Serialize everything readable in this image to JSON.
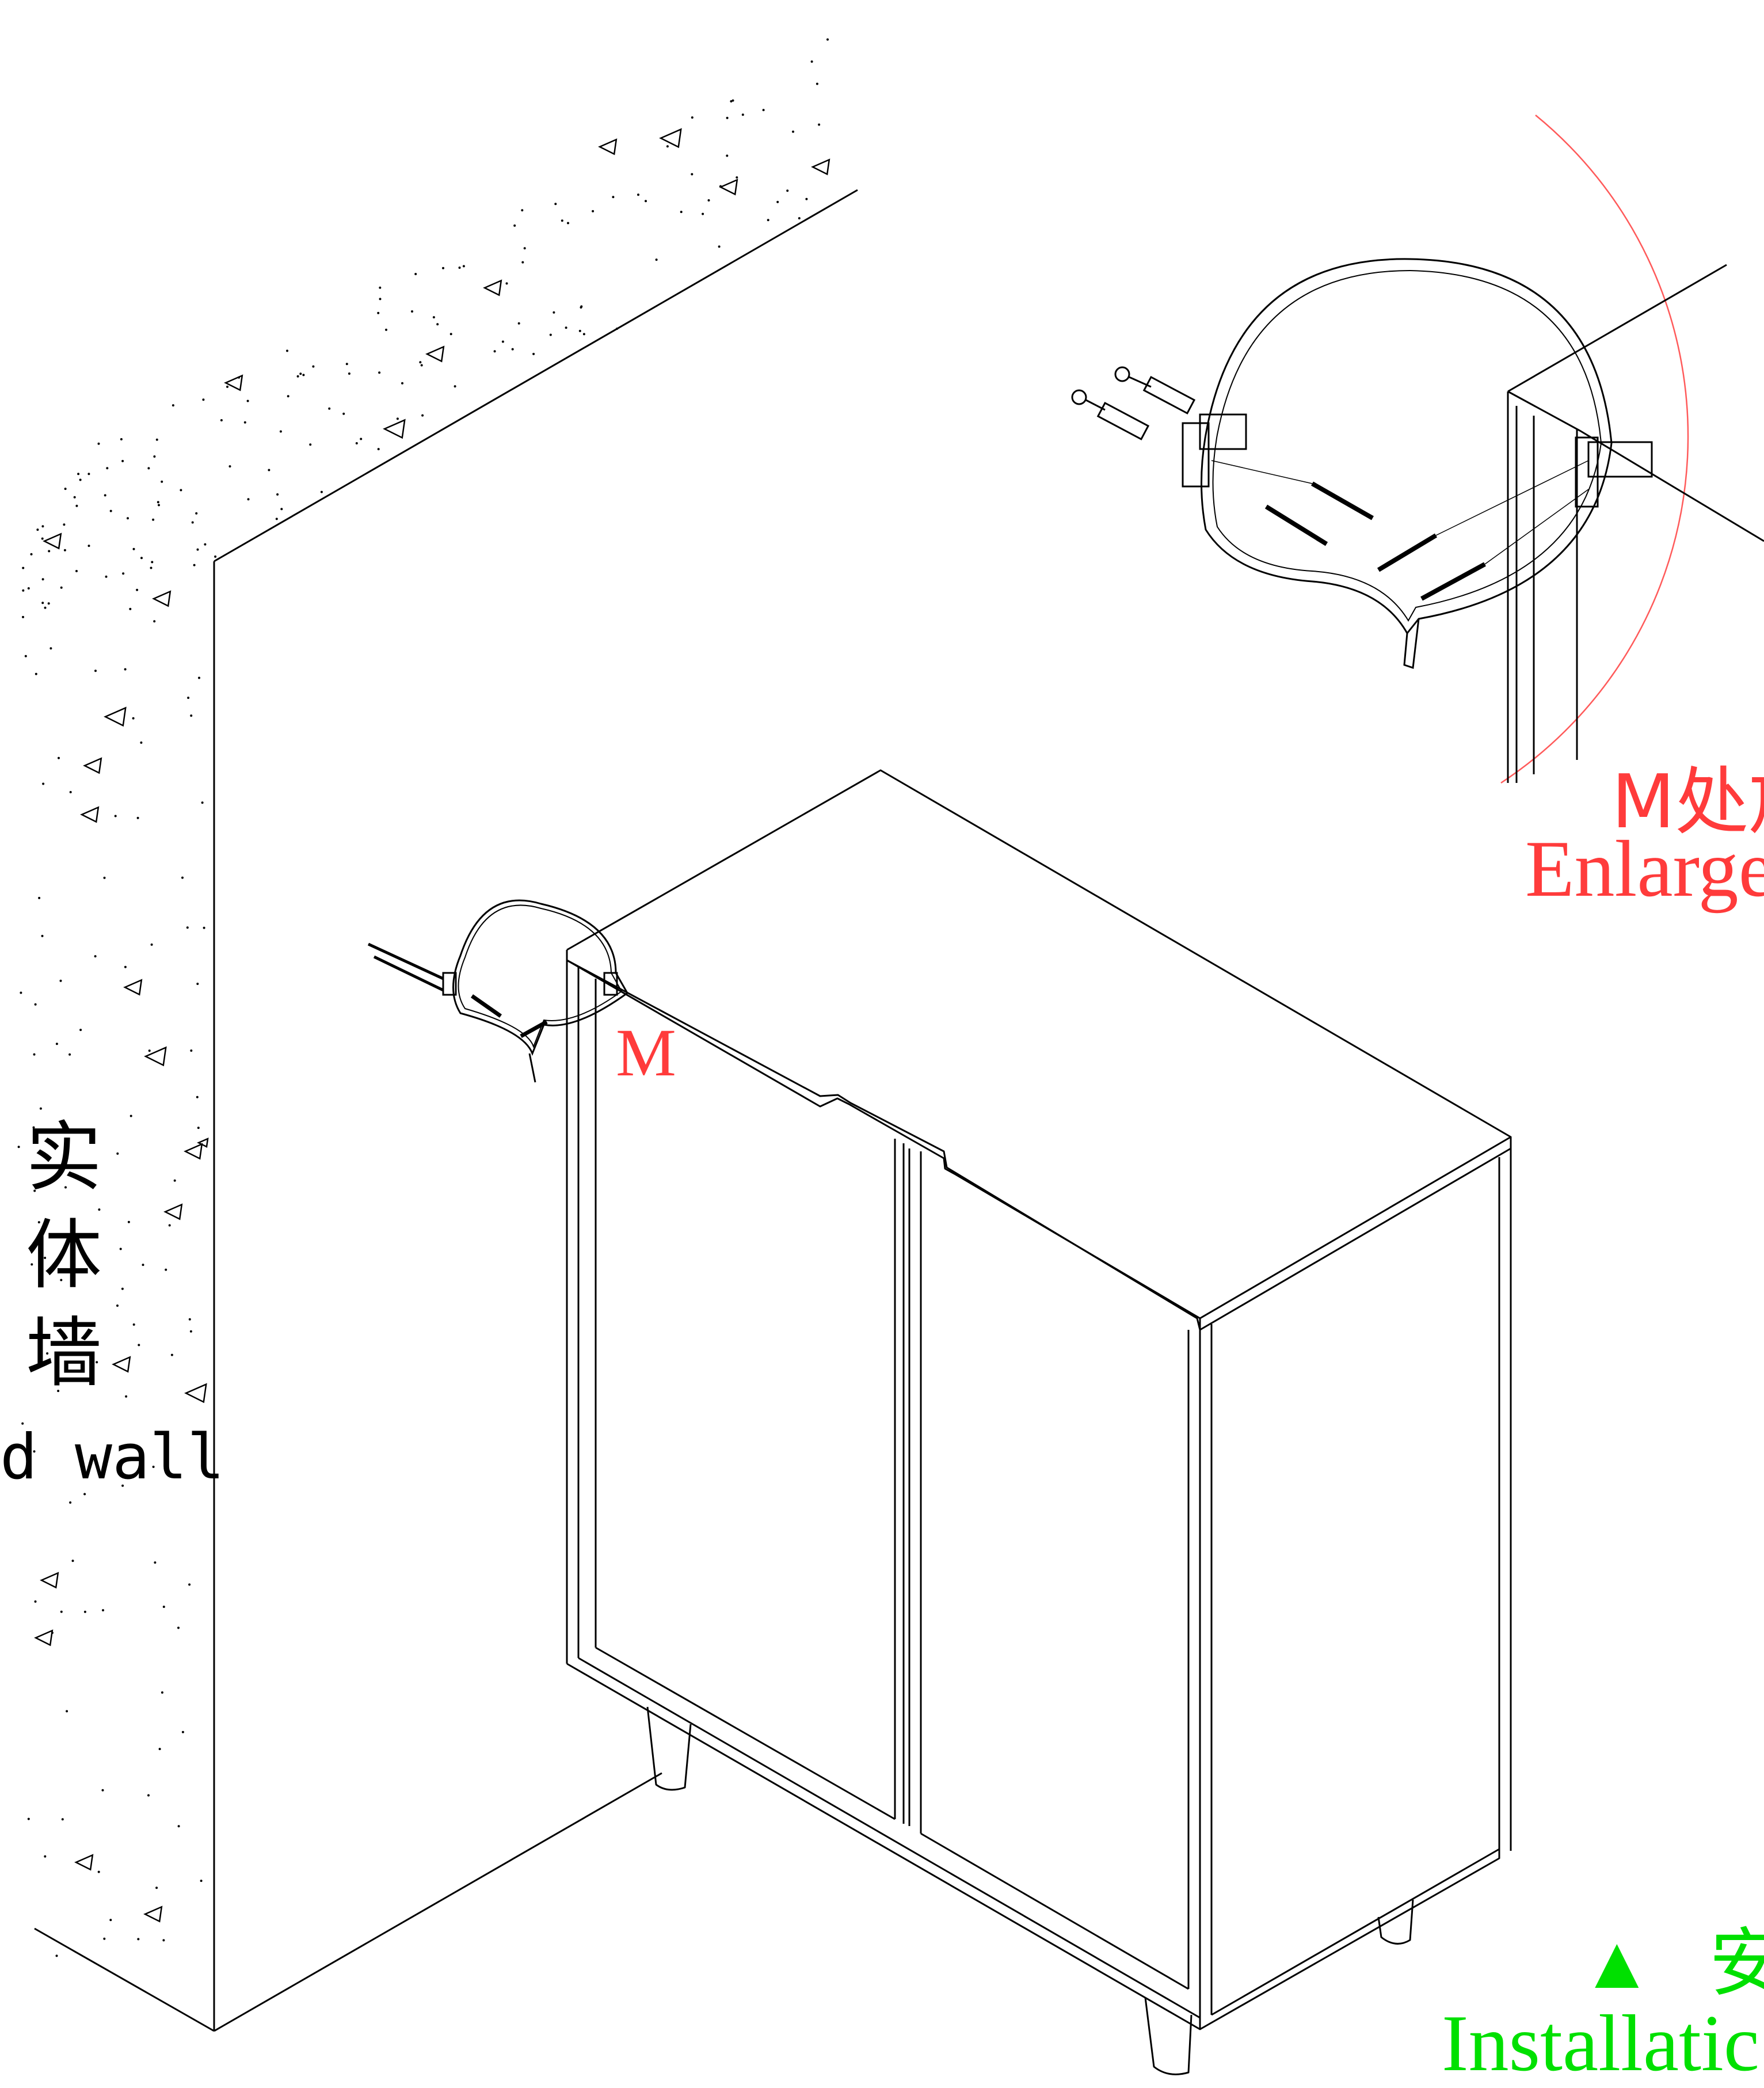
{
  "labels": {
    "wall_cn_1": "实",
    "wall_cn_2": "体",
    "wall_cn_3": "墙",
    "wall_en": "d wall",
    "callout_marker": "M",
    "enlarge_cn": "M处放",
    "enlarge_en": "Enlarge",
    "install_triangle": "▲",
    "install_cn": "安",
    "install_en": "Installatic"
  },
  "colors": {
    "line": "#000000",
    "callout": "#ff3b3b",
    "install": "#00e000",
    "background": "#ffffff"
  }
}
